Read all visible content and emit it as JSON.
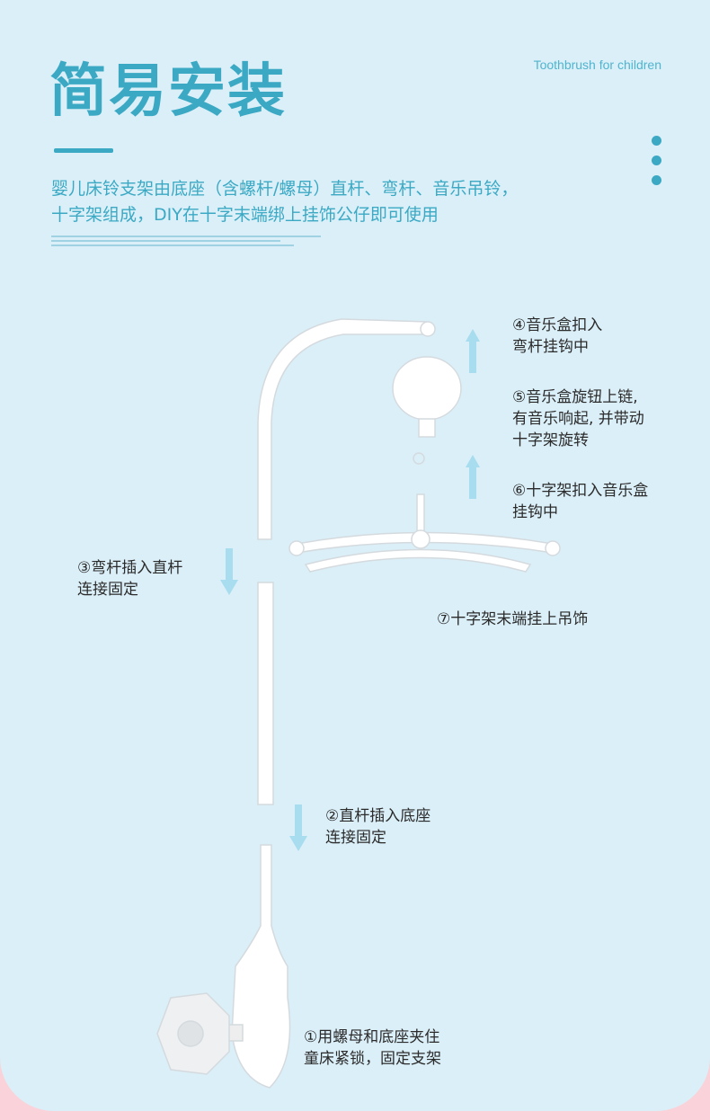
{
  "header": {
    "title": "简易安装",
    "subtitle_en": "Toothbrush for children"
  },
  "description": [
    "婴儿床铃支架由底座（含螺杆/螺母）直杆、弯杆、音乐吊铃，",
    "十字架组成，DIY在十字末端绑上挂饰公仔即可使用"
  ],
  "steps": {
    "s1": [
      "①用螺母和底座夹住",
      "童床紧锁，固定支架"
    ],
    "s2": [
      "②直杆插入底座",
      "连接固定"
    ],
    "s3": [
      "③弯杆插入直杆",
      "连接固定"
    ],
    "s4": [
      "④音乐盒扣入",
      "弯杆挂钩中"
    ],
    "s5": [
      "⑤音乐盒旋钮上链,",
      "有音乐响起, 并带动",
      "十字架旋转"
    ],
    "s6": [
      "⑥十字架扣入音乐盒",
      "挂钩中"
    ],
    "s7": [
      "⑦十字架末端挂上吊饰"
    ]
  },
  "colors": {
    "accent": "#3ba9c4",
    "background": "#dbeff8",
    "footer": "#f9d3d9"
  }
}
